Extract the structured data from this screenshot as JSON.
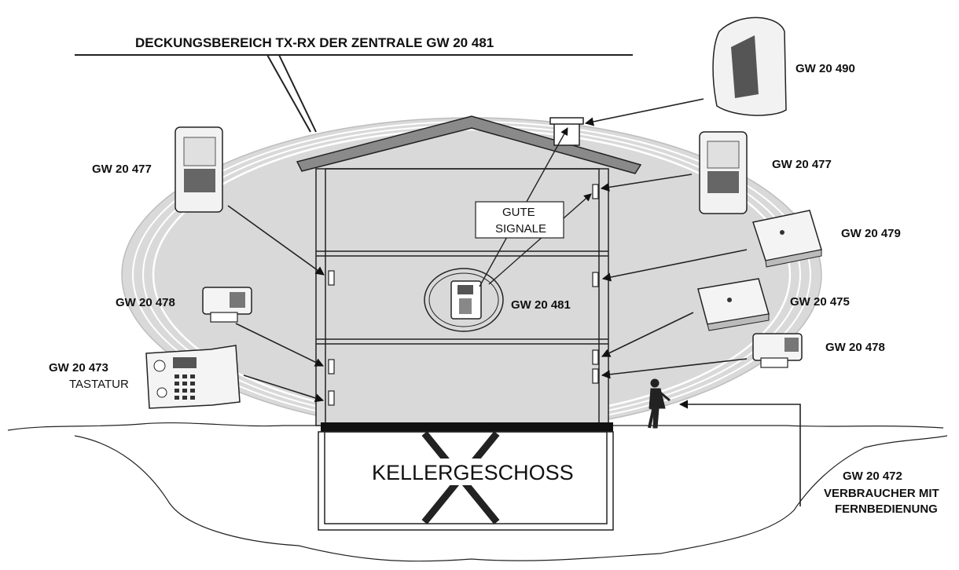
{
  "coverage_label": "DECKUNGSBEREICH TX-RX DER ZENTRALE GW 20 481",
  "signal_label": {
    "line1": "GUTE",
    "line2": "SIGNALE"
  },
  "basement_label": "KELLERGESCHOSS",
  "central_unit_label": "GW 20 481",
  "devices": {
    "siren": "GW 20 490",
    "detector_left": "GW 20 477",
    "detector_right": "GW 20 477",
    "contact_left": "GW 20 478",
    "contact_right": "GW 20 478",
    "module_479": "GW 20 479",
    "module_475": "GW 20 475",
    "keypad_code": "GW 20 473",
    "keypad_name": "TASTATUR",
    "remote_code": "GW 20 472",
    "remote_line1": "VERBRAUCHER MIT",
    "remote_line2": "FERNBEDIENUNG"
  }
}
